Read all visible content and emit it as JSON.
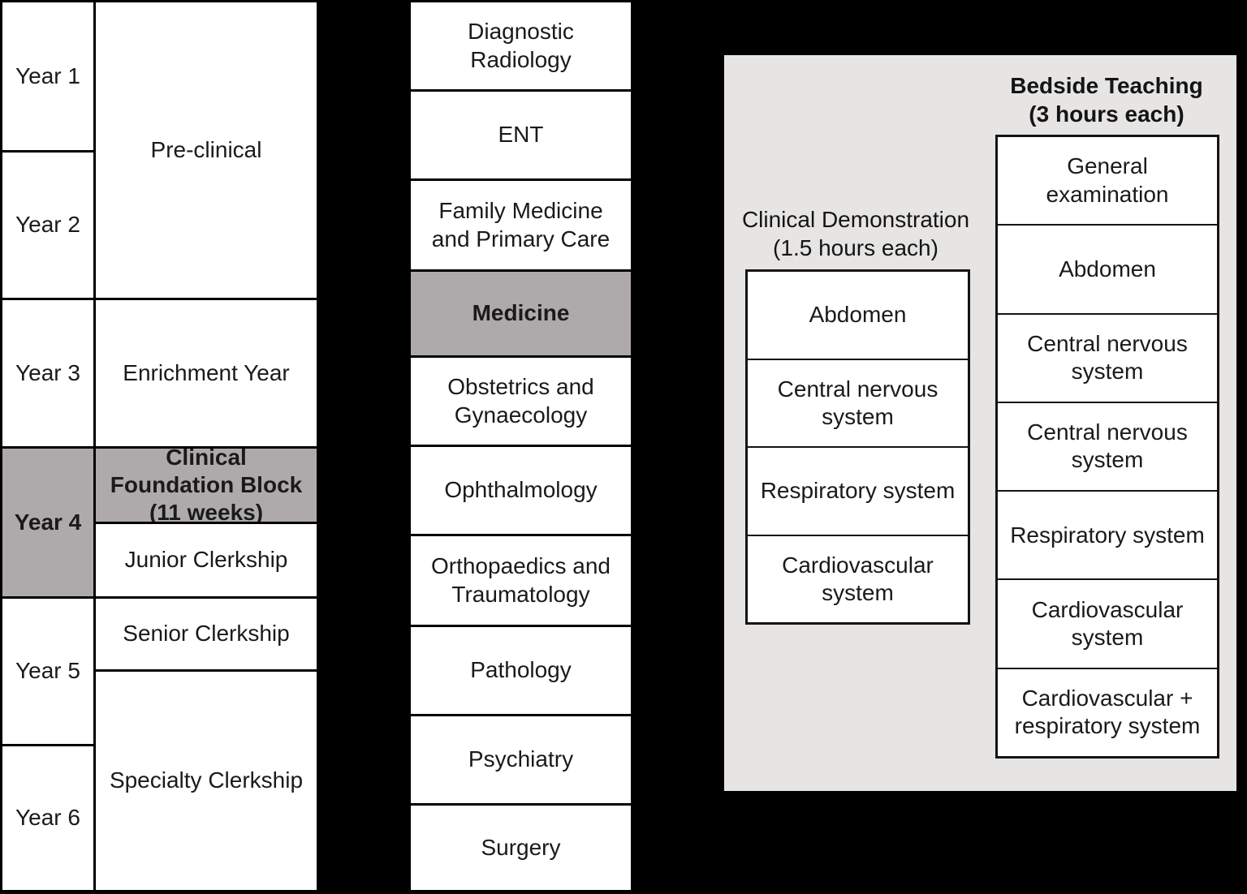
{
  "left_table": {
    "years": [
      {
        "label": "Year 1",
        "highlighted": false
      },
      {
        "label": "Year 2",
        "highlighted": false
      },
      {
        "label": "Year 3",
        "highlighted": false
      },
      {
        "label": "Year 4",
        "highlighted": true
      },
      {
        "label": "Year 5",
        "highlighted": false
      },
      {
        "label": "Year 6",
        "highlighted": false
      }
    ],
    "phases": [
      {
        "label": "Pre-clinical",
        "highlighted": false
      },
      {
        "label": "Enrichment Year",
        "highlighted": false
      },
      {
        "label": "Clinical Foundation Block (11 weeks)",
        "highlighted": true
      },
      {
        "label": "Junior Clerkship",
        "highlighted": false
      },
      {
        "label": "Senior Clerkship",
        "highlighted": false
      },
      {
        "label": "Specialty Clerkship",
        "highlighted": false
      }
    ]
  },
  "specialty_list": {
    "items": [
      {
        "label": "Diagnostic Radiology",
        "highlighted": false
      },
      {
        "label": "ENT",
        "highlighted": false
      },
      {
        "label": "Family Medicine and Primary Care",
        "highlighted": false
      },
      {
        "label": "Medicine",
        "highlighted": true
      },
      {
        "label": "Obstetrics and Gynaecology",
        "highlighted": false
      },
      {
        "label": "Ophthalmology",
        "highlighted": false
      },
      {
        "label": "Orthopaedics and Traumatology",
        "highlighted": false
      },
      {
        "label": "Pathology",
        "highlighted": false
      },
      {
        "label": "Psychiatry",
        "highlighted": false
      },
      {
        "label": "Surgery",
        "highlighted": false
      }
    ]
  },
  "detail_panel": {
    "clinical_demonstration": {
      "title_line1": "Clinical Demonstration",
      "title_line2": "(1.5 hours each)",
      "items": [
        {
          "label": "Abdomen"
        },
        {
          "label": "Central nervous system"
        },
        {
          "label": "Respiratory system"
        },
        {
          "label": "Cardiovascular system"
        }
      ]
    },
    "bedside_teaching": {
      "title_line1": "Bedside Teaching",
      "title_line2": "(3 hours each)",
      "items": [
        {
          "label": "General examination"
        },
        {
          "label": "Abdomen"
        },
        {
          "label": "Central nervous system"
        },
        {
          "label": "Central nervous system"
        },
        {
          "label": "Respiratory system"
        },
        {
          "label": "Cardiovascular system"
        },
        {
          "label": "Cardiovascular + respiratory system"
        }
      ]
    }
  },
  "colors": {
    "highlight_gray": "#aeaaab",
    "panel_gray": "#e6e5e4",
    "background": "#000000"
  }
}
